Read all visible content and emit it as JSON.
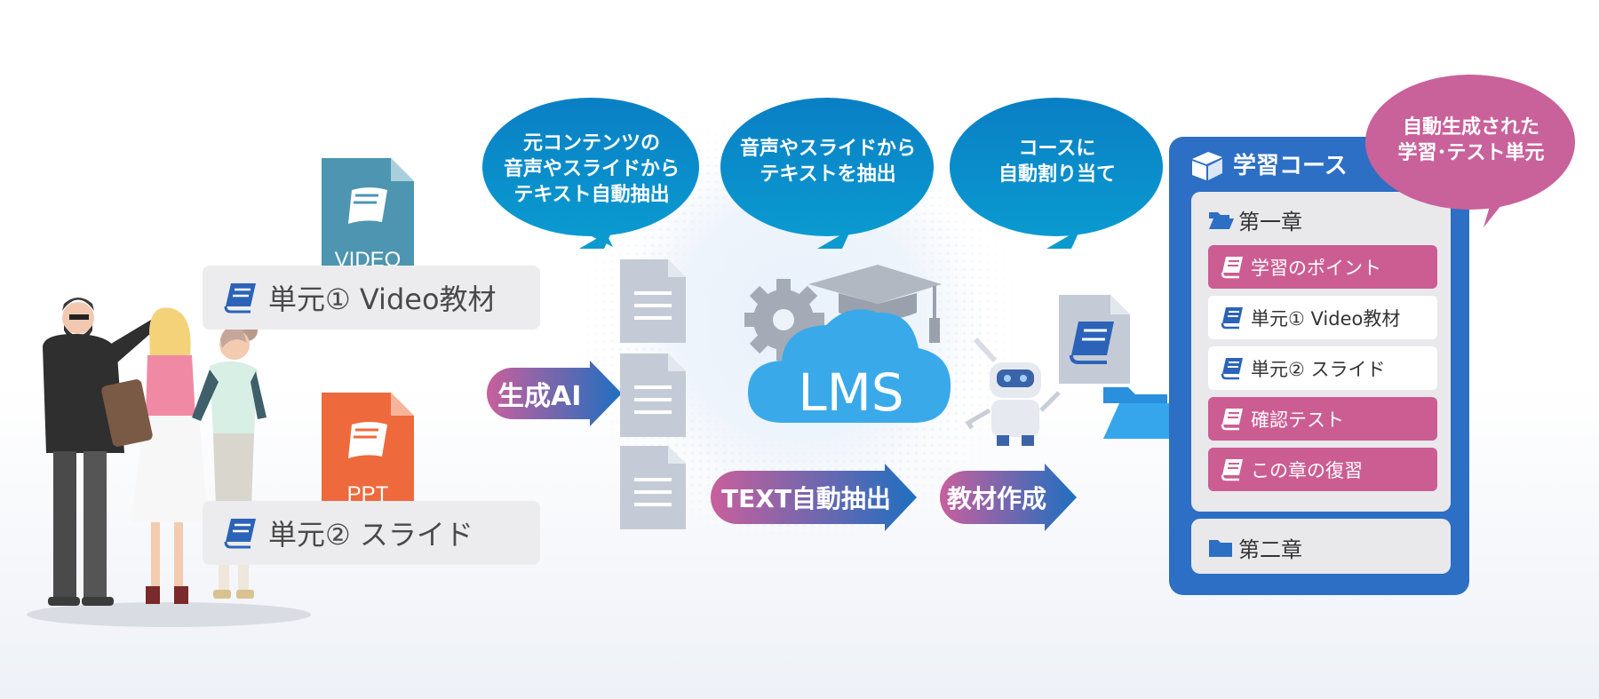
{
  "bubbles": {
    "b1": {
      "line1": "元コンテンツの",
      "line2": "音声やスライドから",
      "line3": "テキスト自動抽出"
    },
    "b2": {
      "line1": "音声やスライドから",
      "line2": "テキストを抽出"
    },
    "b3": {
      "line1": "コースに",
      "line2": "自動割り当て"
    },
    "b4": {
      "line1": "自動生成された",
      "line2": "学習･テスト単元"
    }
  },
  "sources": {
    "video_icon_label": "VIDEO",
    "ppt_icon_label": "PPT",
    "unit1": "単元① Video教材",
    "unit2": "単元② スライド"
  },
  "flow": {
    "gen_ai": "生成AI",
    "lms": "LMS",
    "text_extract": "TEXT自動抽出",
    "material_create": "教材作成"
  },
  "course": {
    "title": "学習コース",
    "chapter1": "第一章",
    "chapter2": "第二章",
    "items": [
      {
        "label": "学習のポイント",
        "style": "pink"
      },
      {
        "label": "単元① Video教材",
        "style": "white"
      },
      {
        "label": "単元② スライド",
        "style": "white"
      },
      {
        "label": "確認テスト",
        "style": "pink"
      },
      {
        "label": "この章の復習",
        "style": "pink"
      }
    ]
  },
  "colors": {
    "bubble_blue": "#0a85c4",
    "bubble_pink": "#c9619a",
    "course_blue": "#2d6fc4",
    "item_pink": "#cc5d93",
    "video_teal": "#4d95b0",
    "ppt_orange": "#ee6a3c",
    "cloud_blue": "#3aa9ea",
    "doc_gray": "#c5cbd6"
  },
  "icons": [
    "book-icon",
    "document-icon",
    "gear-icon",
    "graduation-cap-icon",
    "cloud-icon",
    "robot-icon",
    "folder-icon",
    "people-illustration"
  ]
}
